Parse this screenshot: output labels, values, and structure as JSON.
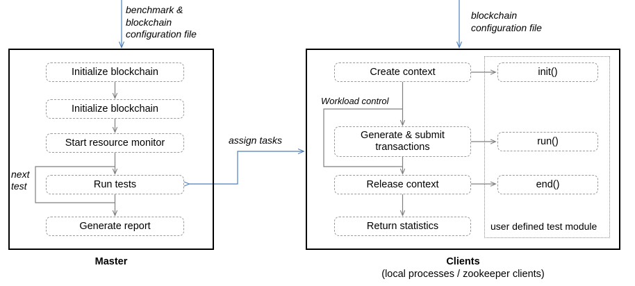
{
  "diagram": {
    "title": "Caliper Master / Clients architecture flow",
    "colors": {
      "panel_border": "#000000",
      "node_border": "#9a9a9a",
      "arrow_gray": "#7f7f7f",
      "arrow_blue": "#4a7ebb",
      "subpanel_border": "#8a8a8a",
      "background": "#ffffff"
    }
  },
  "inputs": [
    {
      "id": "master-input",
      "text": "benchmark  &\nblockchain\nconfiguration file",
      "style": "italic"
    },
    {
      "id": "clients-input",
      "text": "blockchain\nconfiguration file",
      "style": "italic"
    }
  ],
  "master": {
    "caption": "Master",
    "nodes": [
      {
        "id": "initialize-blockchain-1",
        "label": "Initialize blockchain"
      },
      {
        "id": "initialize-blockchain-2",
        "label": "Initialize blockchain"
      },
      {
        "id": "start-resource-monitor",
        "label": "Start resource monitor"
      },
      {
        "id": "run-tests",
        "label": "Run tests"
      },
      {
        "id": "generate-report",
        "label": "Generate report"
      }
    ],
    "loop_label": "next\ntest"
  },
  "clients": {
    "caption_title": "Clients",
    "caption_sub": "(local processes / zookeeper clients)",
    "nodes": [
      {
        "id": "create-context",
        "label": "Create context"
      },
      {
        "id": "generate-submit-transactions",
        "label": "Generate & submit\ntransactions"
      },
      {
        "id": "release-context",
        "label": "Release context"
      },
      {
        "id": "return-statistics",
        "label": "Return statistics"
      }
    ],
    "loop_label": "Workload control",
    "module": {
      "label": "user defined test module",
      "nodes": [
        {
          "id": "init",
          "label": "init()"
        },
        {
          "id": "run",
          "label": "run()"
        },
        {
          "id": "end",
          "label": "end()"
        }
      ]
    }
  },
  "connectors": [
    {
      "id": "assign-tasks",
      "label": "assign tasks",
      "style": "italic",
      "color": "#4a7ebb"
    }
  ]
}
